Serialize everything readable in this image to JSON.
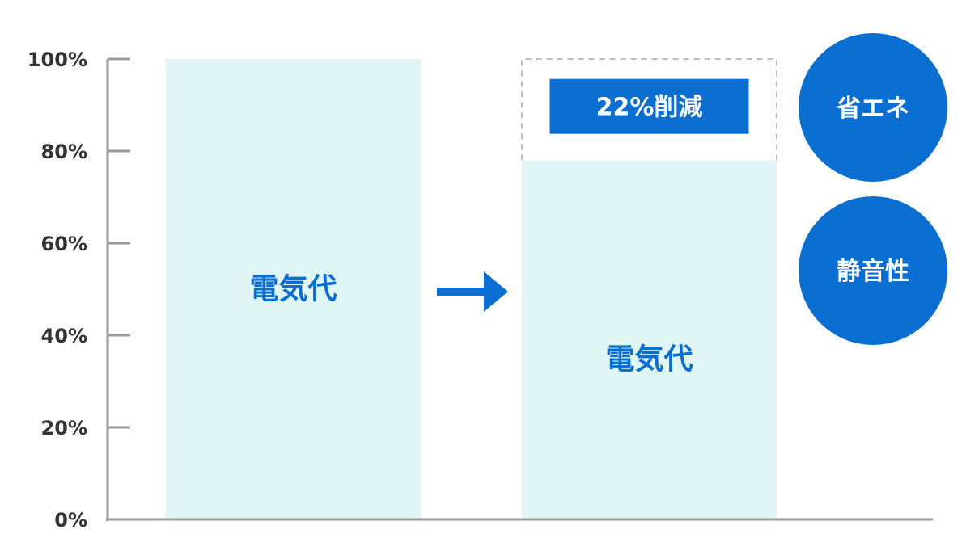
{
  "chart_data": {
    "type": "bar",
    "categories": [
      "",
      ""
    ],
    "values": [
      100,
      78
    ],
    "bar_labels": [
      "電気代",
      "電気代"
    ],
    "ylim": [
      0,
      100
    ],
    "yticks": [
      0,
      20,
      40,
      60,
      80,
      100
    ],
    "ytick_labels": [
      "0%",
      "20%",
      "40%",
      "60%",
      "80%",
      "100%"
    ],
    "reduction": {
      "label": "22%削減",
      "from": 78,
      "to": 100
    },
    "features": [
      "省エネ",
      "静音性"
    ],
    "colors": {
      "bar_fill": "#dff6f4",
      "accent": "#0a6fd1",
      "axis": "#9a9a9a",
      "dashed": "#bdbdbd",
      "tick_text": "#333333"
    }
  }
}
